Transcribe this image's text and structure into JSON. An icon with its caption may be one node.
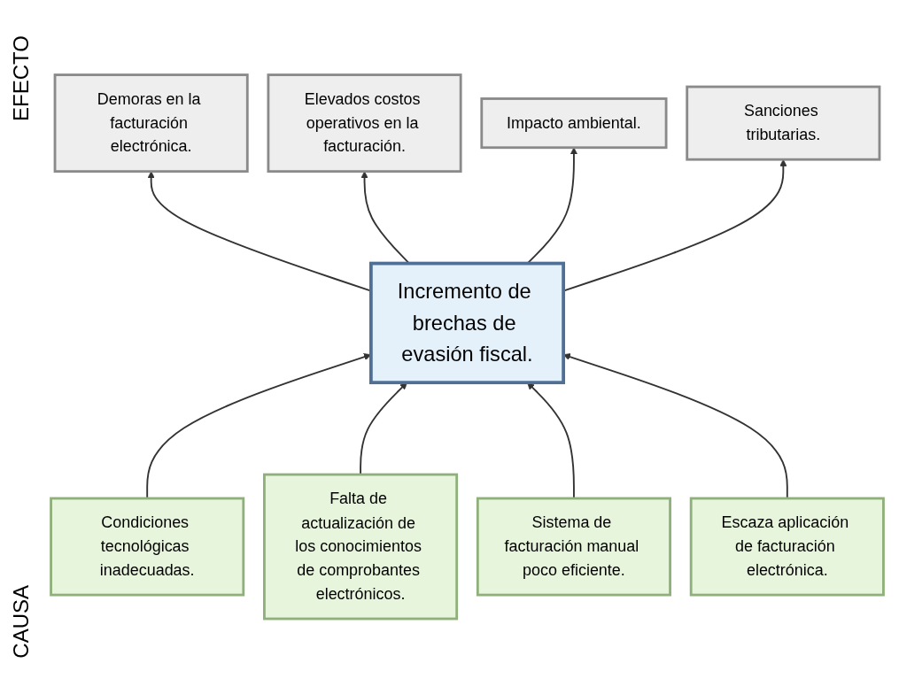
{
  "diagram": {
    "nodes": [
      {
        "text": [
          "Demoras en la facturación electrónica."
        ]
      },
      {
        "text": [
          "Elevados costos operativos en la facturación."
        ]
      },
      {
        "text": [
          "Impacto ambiental."
        ]
      },
      {
        "text": [
          "Sanciones tributarias."
        ]
      },
      {
        "text": [
          "Incremento de brechas de evasión fiscal."
        ]
      },
      {
        "text": [
          "Condiciones tecnológicas inadecuadas."
        ]
      },
      {
        "text": [
          "Falta de actualización de los conocimientos de comprobantes electrónicos."
        ]
      },
      {
        "text": [
          "Sistema de facturación manual poco eficiente."
        ]
      },
      {
        "text": [
          "Escaza aplicación de facturación electrónica."
        ]
      }
    ],
    "edges": [
      {
        "from": 4,
        "to": 0,
        "arrow": "to"
      },
      {
        "from": 4,
        "to": 1,
        "arrow": "to"
      },
      {
        "from": 4,
        "to": 2,
        "arrow": "to"
      },
      {
        "from": 4,
        "to": 3,
        "arrow": "to"
      },
      {
        "from": 5,
        "to": 4,
        "arrow": "to"
      },
      {
        "from": 6,
        "to": 4,
        "arrow": "to"
      },
      {
        "from": 7,
        "to": 4,
        "arrow": "to"
      },
      {
        "from": 8,
        "to": 4,
        "arrow": "to"
      }
    ],
    "labels": [
      "EFECTO",
      "CAUSA"
    ]
  }
}
